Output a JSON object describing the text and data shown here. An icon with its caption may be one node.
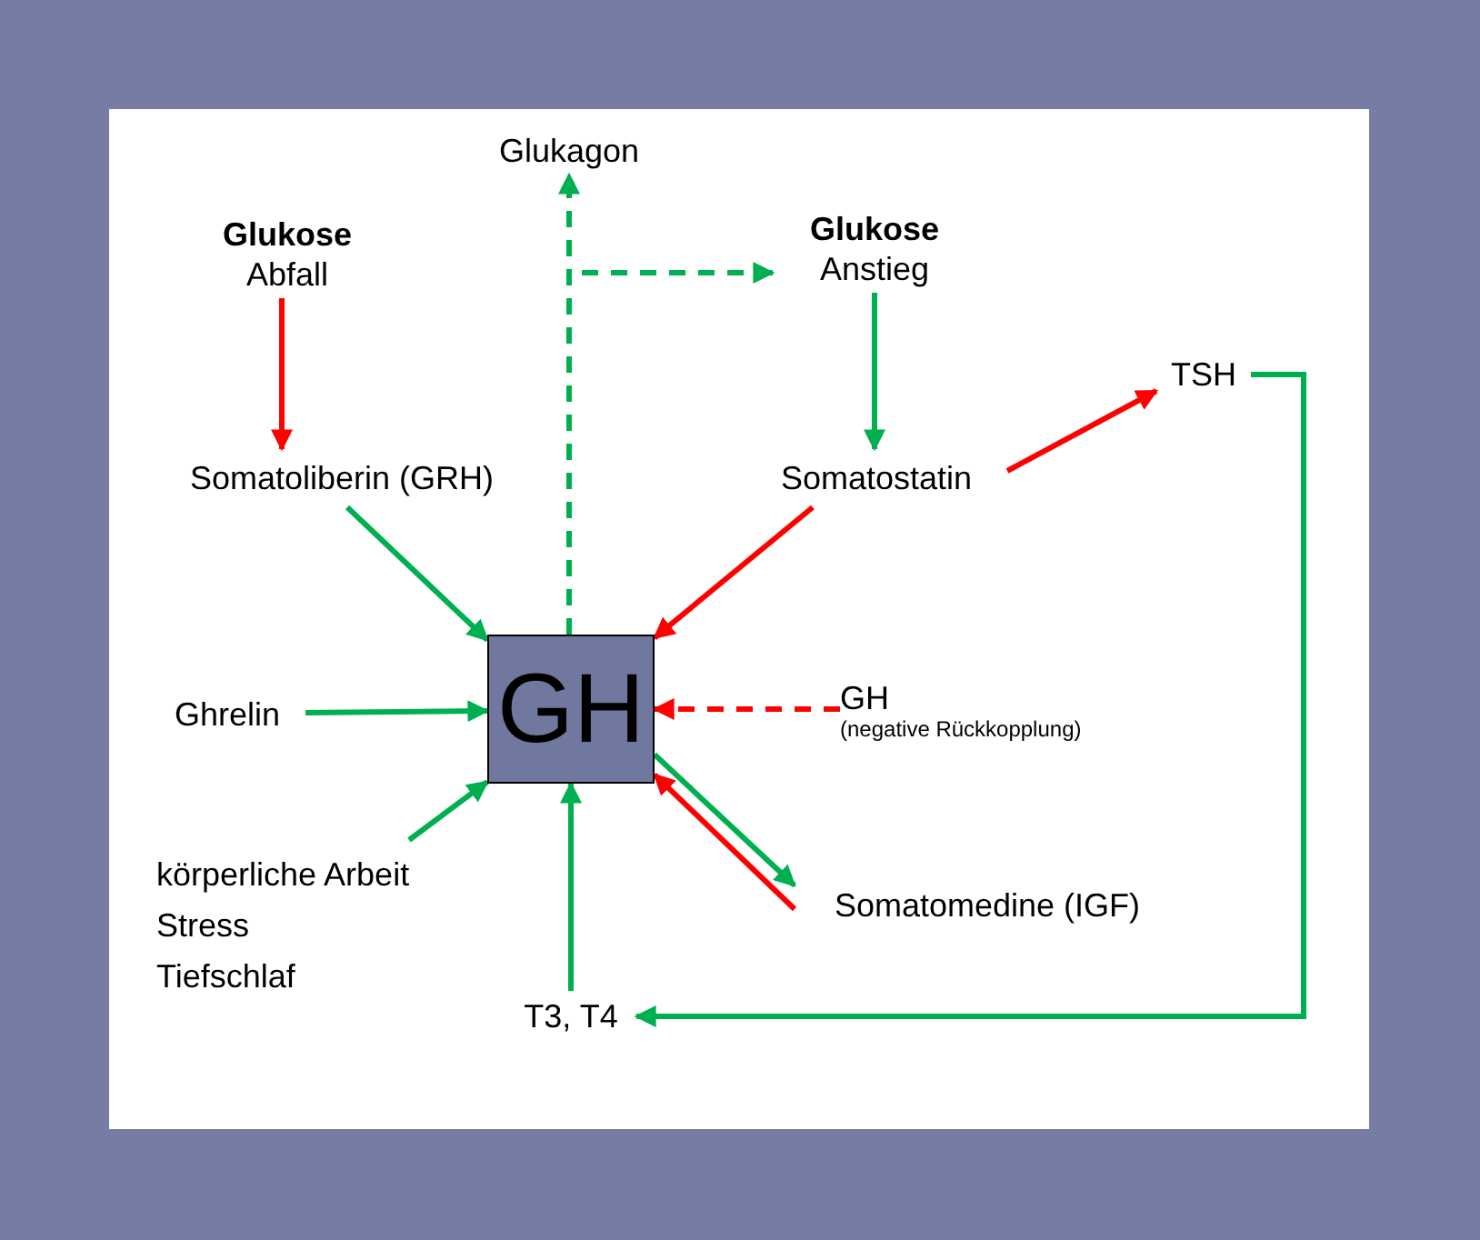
{
  "diagram": {
    "nodes": [
      {
        "text": [
          "Glukagon"
        ]
      },
      {
        "text": [
          "Glukose",
          "Abfall"
        ]
      },
      {
        "text": [
          "Glukose",
          "Anstieg"
        ]
      },
      {
        "text": [
          "Somatoliberin (GRH)"
        ]
      },
      {
        "text": [
          "Somatostatin"
        ]
      },
      {
        "text": [
          "TSH"
        ]
      },
      {
        "text": [
          "GH"
        ]
      },
      {
        "text": [
          "Ghrelin"
        ]
      },
      {
        "text": [
          "GH",
          "(negative Rückkopplung)"
        ]
      },
      {
        "text": [
          "körperliche Arbeit",
          "Stress",
          "Tiefschlaf"
        ]
      },
      {
        "text": [
          "Somatomedine (IGF)"
        ]
      },
      {
        "text": [
          "T3, T4"
        ]
      }
    ],
    "edges": [
      {
        "from": 1,
        "to": 3,
        "arrow": "to",
        "color": "#ff0000"
      },
      {
        "from": 2,
        "to": 4,
        "arrow": "to"
      },
      {
        "from": 4,
        "to": 5,
        "arrow": "to",
        "color": "#ff0000"
      },
      {
        "from": 3,
        "to": 6,
        "arrow": "to"
      },
      {
        "from": 4,
        "to": 6,
        "arrow": "to",
        "color": "#ff0000"
      },
      {
        "from": 6,
        "to": 0,
        "arrow": "to",
        "style": "dashed"
      },
      {
        "from": null,
        "to": 2,
        "arrow": "to",
        "style": "dashed"
      },
      {
        "from": 7,
        "to": 6,
        "arrow": "to"
      },
      {
        "from": 9,
        "to": 6,
        "arrow": "to"
      },
      {
        "from": 8,
        "to": 6,
        "arrow": "to",
        "style": "dashed",
        "color": "#ff0000"
      },
      {
        "from": 6,
        "to": 10,
        "arrow": "to"
      },
      {
        "from": 10,
        "to": 6,
        "arrow": "to",
        "color": "#ff0000"
      },
      {
        "from": 11,
        "to": 6,
        "arrow": "to"
      },
      {
        "from": 5,
        "to": 11,
        "arrow": "to"
      }
    ]
  }
}
